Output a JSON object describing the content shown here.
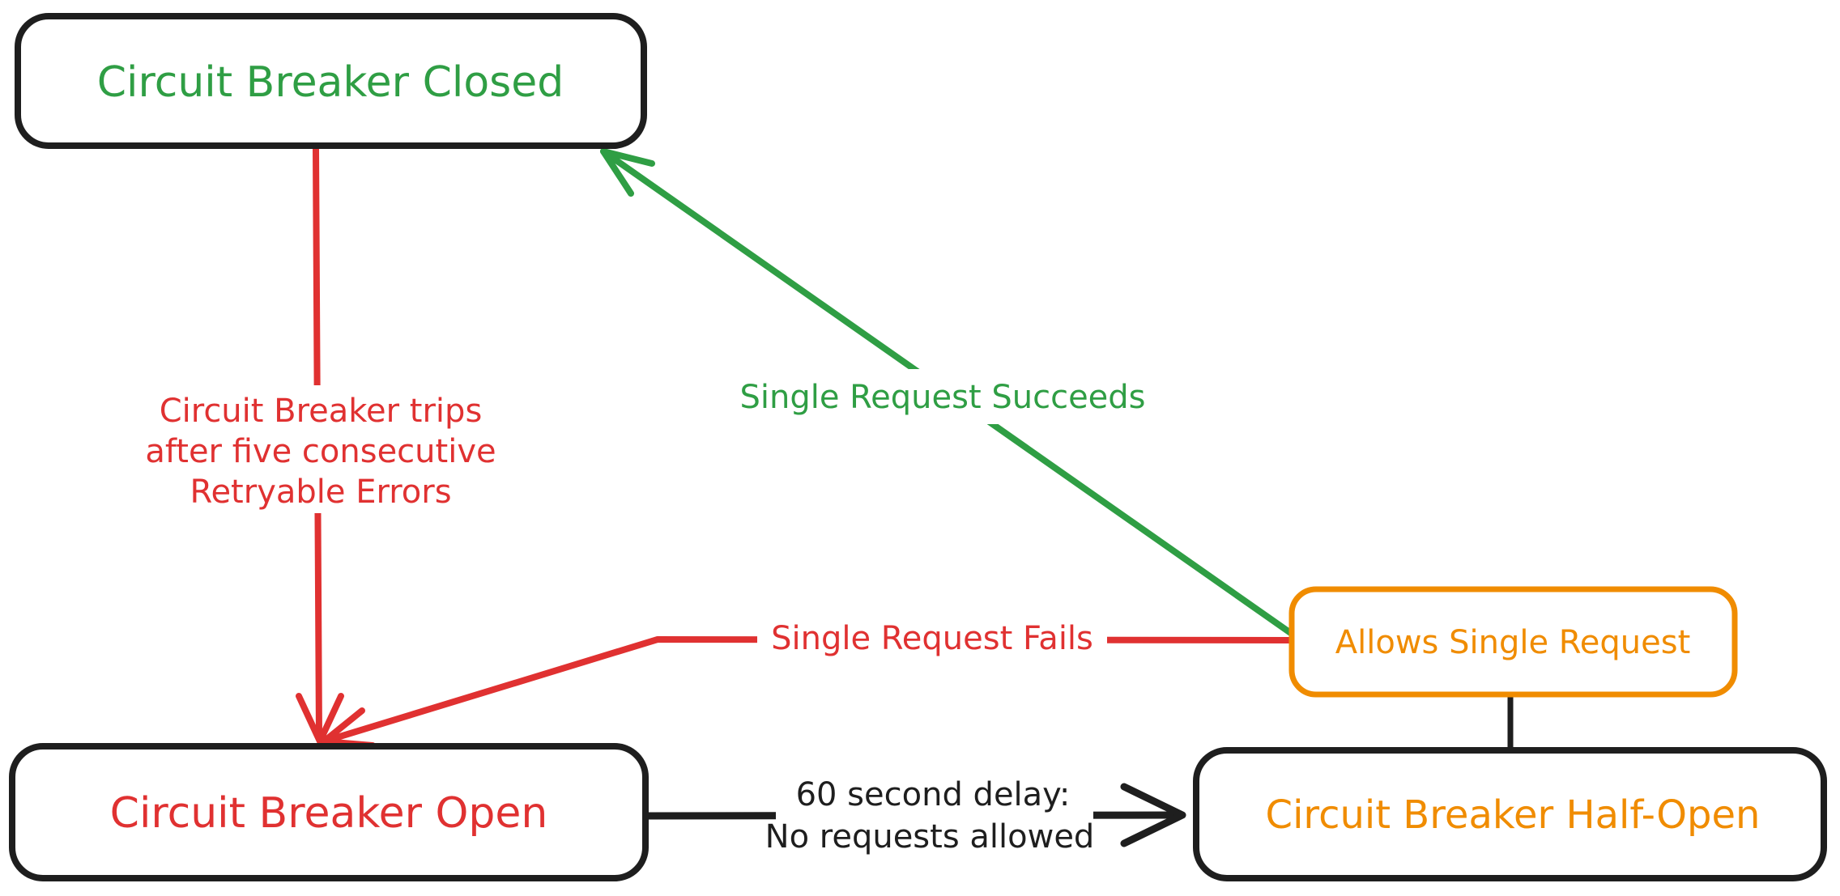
{
  "diagram": {
    "type": "state-diagram",
    "background_color": "#ffffff",
    "default_stroke_color": "#1e1e1e",
    "nodes": {
      "closed": {
        "label": "Circuit Breaker Closed",
        "text_color": "#2f9e44",
        "border_color": "#1e1e1e"
      },
      "open": {
        "label": "Circuit Breaker Open",
        "text_color": "#e03131",
        "border_color": "#1e1e1e"
      },
      "half_open": {
        "label": "Circuit Breaker Half-Open",
        "text_color": "#f08c00",
        "border_color": "#1e1e1e"
      },
      "allows": {
        "label": "Allows Single Request",
        "text_color": "#f08c00",
        "border_color": "#f08c00"
      }
    },
    "edges": {
      "trips": {
        "from": "closed",
        "to": "open",
        "color": "#e03131",
        "label_lines": [
          "Circuit Breaker trips",
          "after five consecutive",
          "Retryable Errors"
        ]
      },
      "succeeds": {
        "from": "allows",
        "to": "closed",
        "color": "#2f9e44",
        "label": "Single Request Succeeds"
      },
      "fails": {
        "from": "allows",
        "to": "open",
        "color": "#e03131",
        "label": "Single Request Fails"
      },
      "delay": {
        "from": "open",
        "to": "half_open",
        "color": "#1e1e1e",
        "label_lines": [
          "60 second delay:",
          "No requests allowed"
        ]
      },
      "half_open_to_allows": {
        "from": "half_open",
        "to": "allows",
        "color": "#1e1e1e"
      }
    }
  }
}
